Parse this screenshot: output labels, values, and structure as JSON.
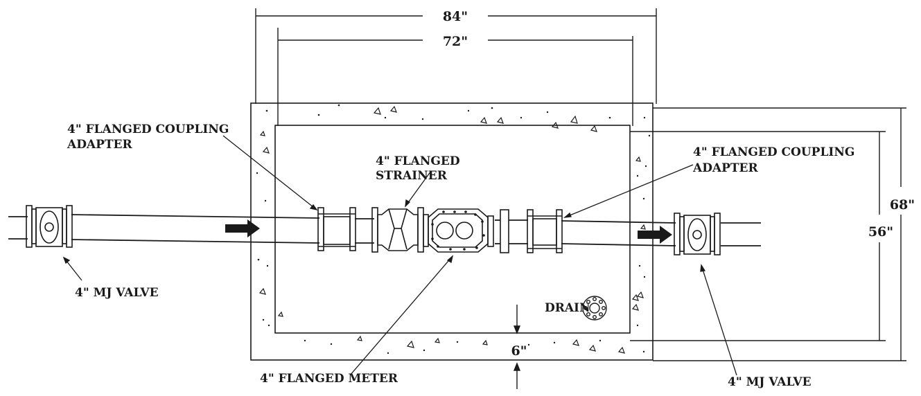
{
  "dimensions": {
    "outer_width": "84\"",
    "inner_width": "72\"",
    "outer_height": "68\"",
    "inner_height": "56\"",
    "wall_thickness": "6\""
  },
  "labels": {
    "coupling_left_line1": "4\" FLANGED COUPLING",
    "coupling_left_line2": "ADAPTER",
    "strainer_line1": "4\" FLANGED",
    "strainer_line2": "STRAINER",
    "coupling_right_line1": "4\" FLANGED COUPLING",
    "coupling_right_line2": "ADAPTER",
    "valve_left": "4\" MJ VALVE",
    "valve_right": "4\" MJ VALVE",
    "meter": "4\" FLANGED METER",
    "drain": "DRAIN"
  },
  "colors": {
    "ink": "#1a1a1a",
    "paper": "#ffffff"
  }
}
